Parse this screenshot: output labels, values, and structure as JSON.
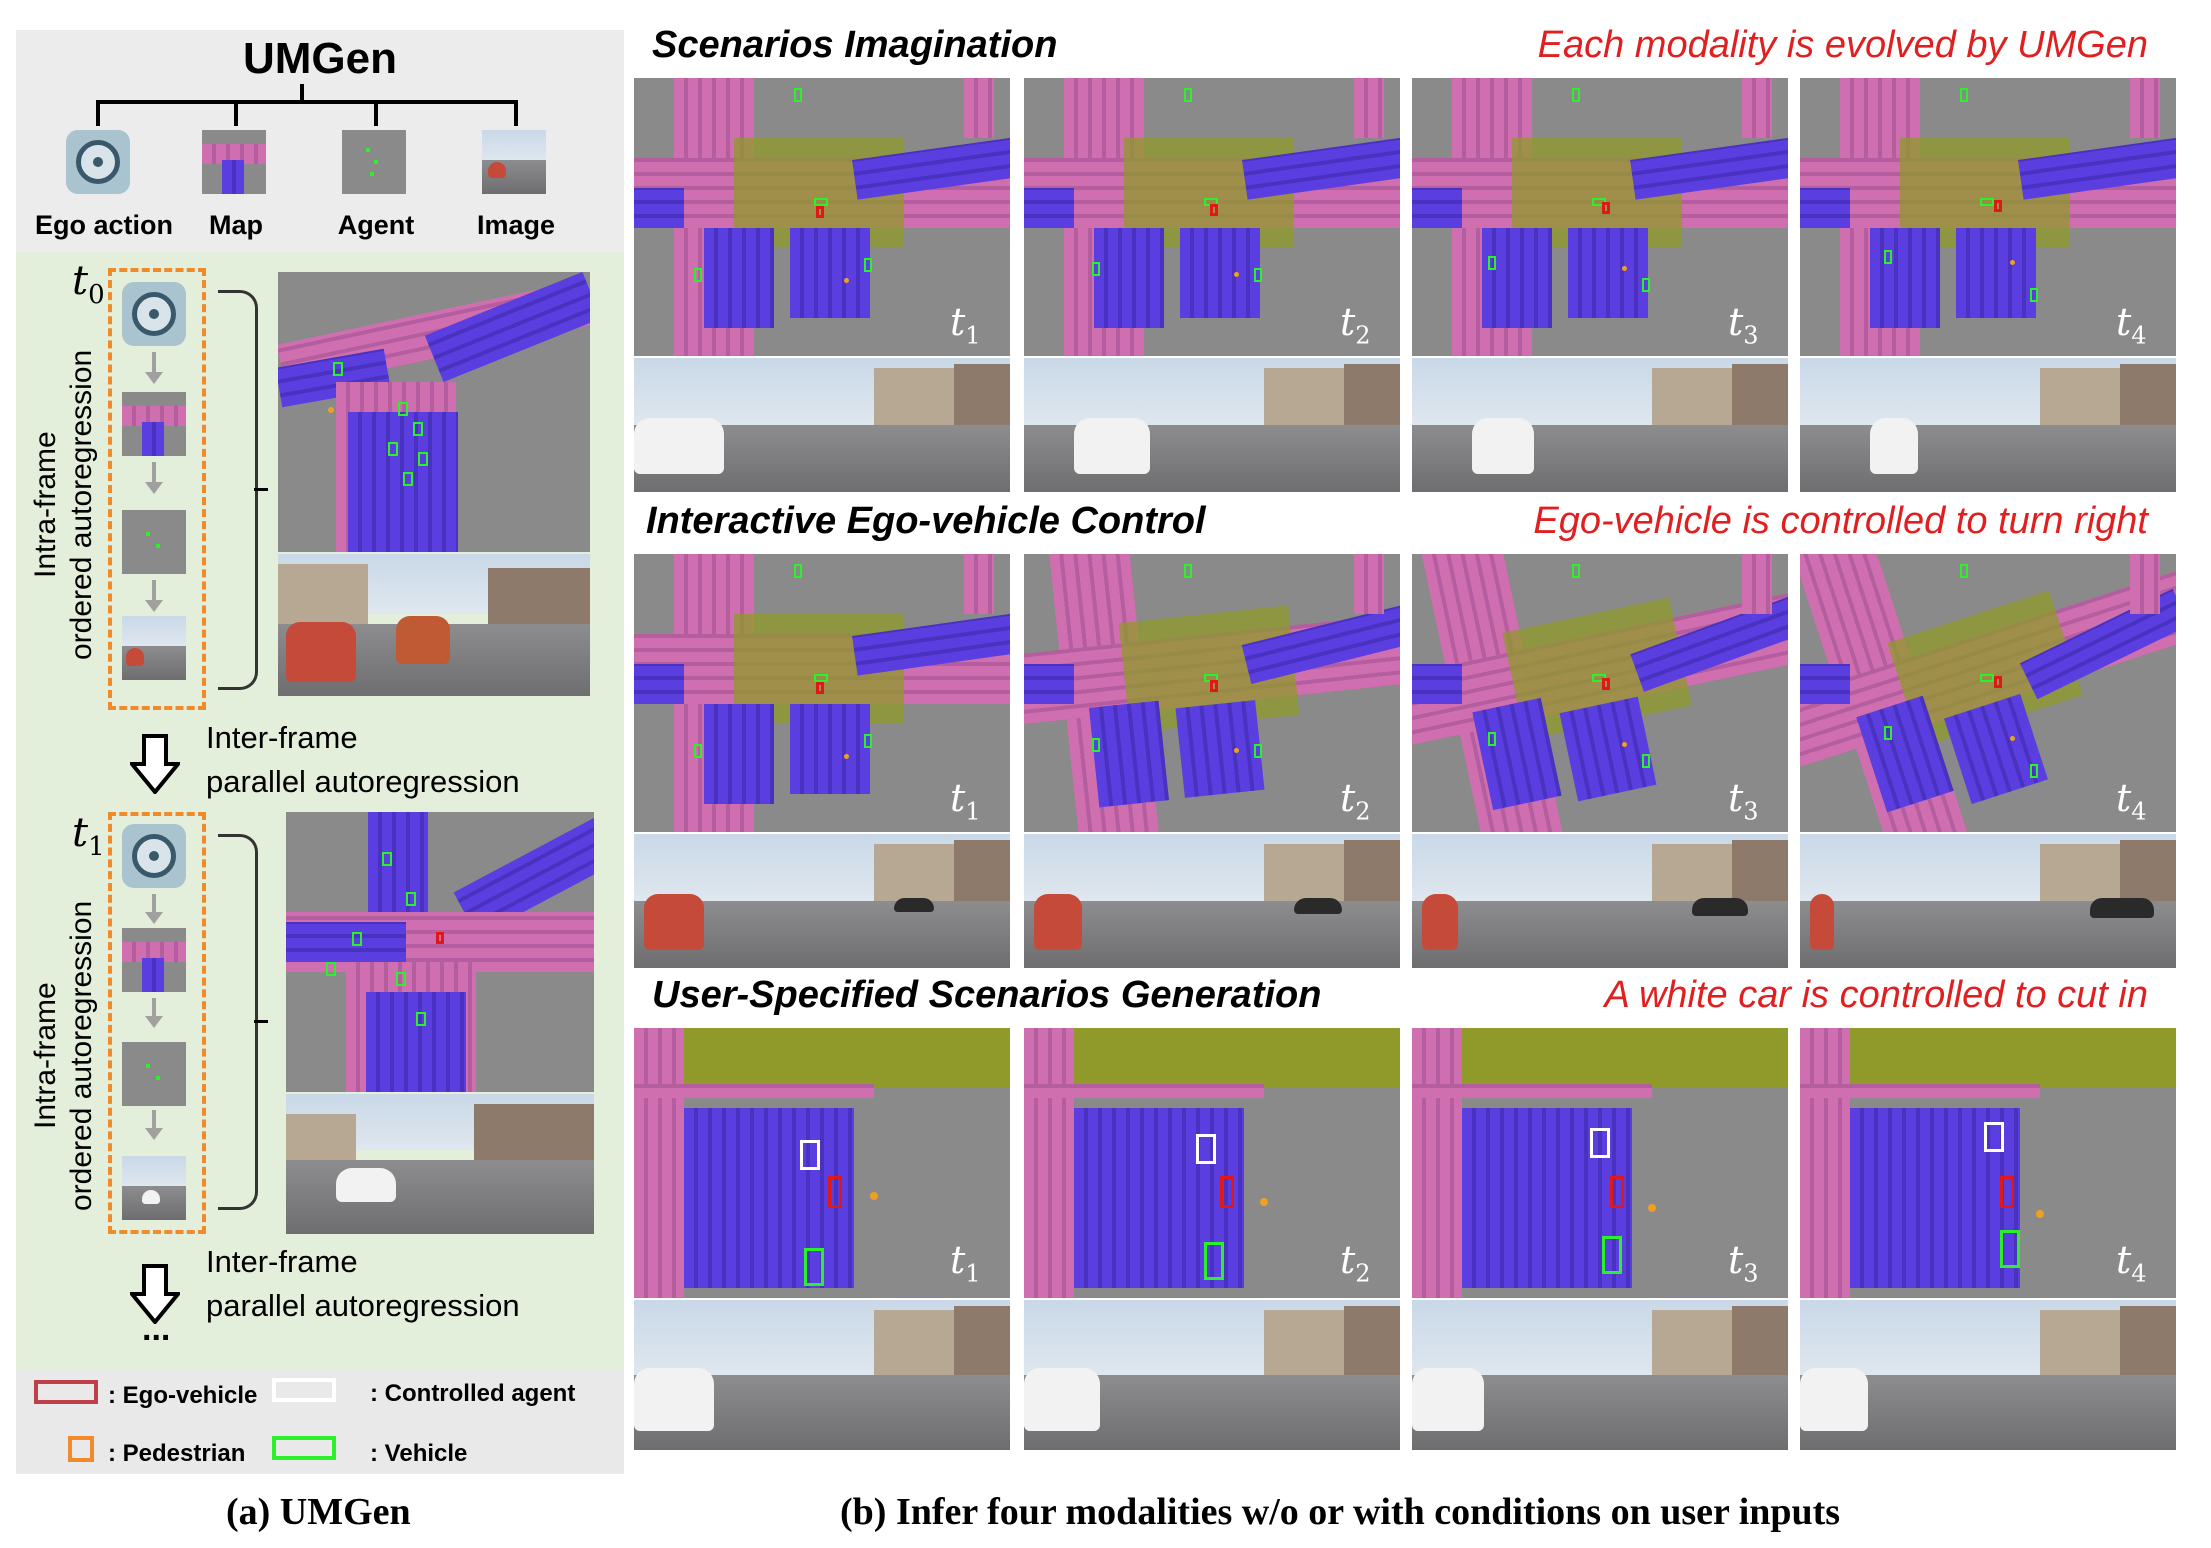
{
  "left_panel": {
    "title": "UMGen",
    "modalities": [
      {
        "label": "Ego action",
        "icon": "steering-wheel-icon"
      },
      {
        "label": "Map",
        "icon": "map-thumbnail-icon"
      },
      {
        "label": "Agent",
        "icon": "agent-thumbnail-icon"
      },
      {
        "label": "Image",
        "icon": "image-thumbnail-icon"
      }
    ],
    "frames": [
      {
        "t_base": "t",
        "t_sub": "0"
      },
      {
        "t_base": "t",
        "t_sub": "1"
      }
    ],
    "intra_frame_text": "Intra-frame ordered autoregression",
    "intra_frame_line1": "Intra-frame",
    "intra_frame_line2": "ordered autoregression",
    "inter_frame_line1": "Inter-frame",
    "inter_frame_line2": "parallel autoregression",
    "ellipsis": "...",
    "legend": [
      {
        "label": ": Ego-vehicle",
        "color": "#c0404a"
      },
      {
        "label": ": Controlled  agent",
        "color": "#ffffff"
      },
      {
        "label": ": Pedestrian",
        "color": "#f08a2b"
      },
      {
        "label": ": Vehicle",
        "color": "#2cf02c"
      }
    ],
    "caption": "(a) UMGen"
  },
  "right_panel": {
    "rows": [
      {
        "title": "Scenarios Imagination",
        "note": "Each modality is evolved by UMGen"
      },
      {
        "title": "Interactive Ego-vehicle Control",
        "note": "Ego-vehicle is controlled to turn right"
      },
      {
        "title": "User-Specified  Scenarios Generation",
        "note": "A white car is controlled to cut in"
      }
    ],
    "time_labels": [
      {
        "base": "t",
        "sub": "1"
      },
      {
        "base": "t",
        "sub": "2"
      },
      {
        "base": "t",
        "sub": "3"
      },
      {
        "base": "t",
        "sub": "4"
      }
    ],
    "caption": "(b) Infer four modalities  w/o or with conditions on user inputs"
  },
  "colors": {
    "lane_pink": "#d06fb0",
    "lane_blue": "#5a3ee0",
    "junction": "#8f9a2a",
    "map_bg": "#8a8a8a",
    "note_red": "#e02020",
    "dash_orange": "#f08a2b"
  }
}
